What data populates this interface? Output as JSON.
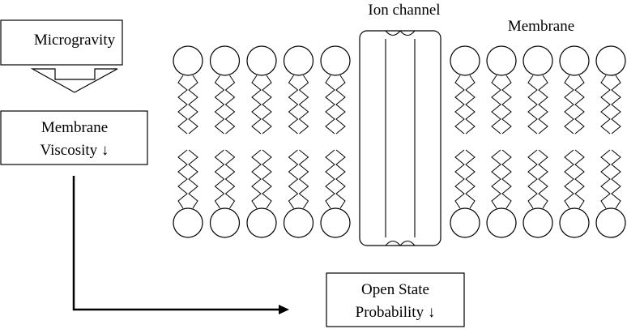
{
  "diagram": {
    "labels": {
      "microgravity": "Microgravity",
      "viscosity_line1": "Membrane",
      "viscosity_line2": "Viscosity ↓",
      "open_state_line1": "Open State",
      "open_state_line2": "Probability ↓",
      "ion_channel": "Ion channel",
      "membrane": "Membrane"
    },
    "lipid_counts": {
      "left_group": 5,
      "right_group": 5
    },
    "colors": {
      "stroke": "#000000",
      "background": "#ffffff"
    }
  }
}
